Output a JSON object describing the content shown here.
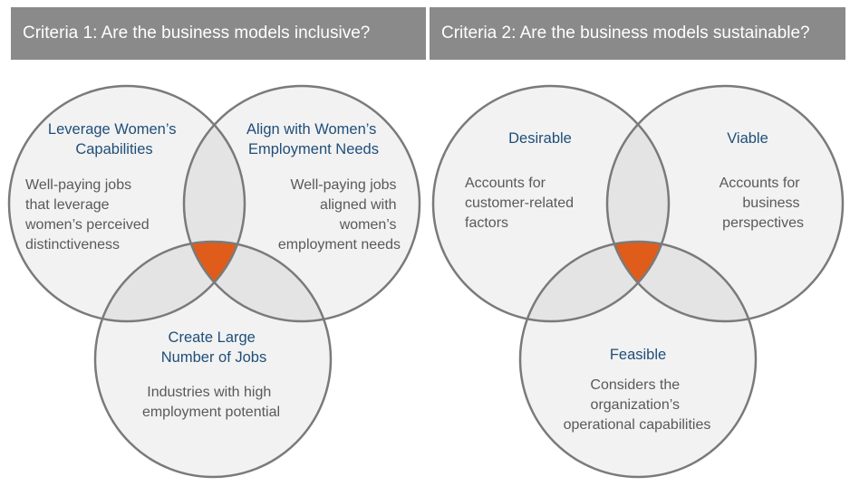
{
  "criteria": [
    {
      "header": "Criteria 1: Are the business models inclusive?",
      "circles": [
        {
          "title": [
            "Leverage Women’s",
            "Capabilities"
          ],
          "desc": [
            "Well-paying jobs",
            "that leverage",
            "women’s perceived",
            "distinctiveness"
          ]
        },
        {
          "title": [
            "Align with Women’s",
            "Employment Needs"
          ],
          "desc": [
            "Well-paying jobs",
            "aligned with",
            "women’s",
            "employment needs"
          ]
        },
        {
          "title": [
            "Create Large",
            "Number of Jobs"
          ],
          "desc": [
            "Industries with high",
            "employment potential"
          ]
        }
      ]
    },
    {
      "header": "Criteria 2: Are the business models sustainable?",
      "circles": [
        {
          "title": [
            "Desirable"
          ],
          "desc": [
            "Accounts for",
            "customer-related",
            "factors"
          ]
        },
        {
          "title": [
            "Viable"
          ],
          "desc": [
            "Accounts for",
            "business",
            "perspectives"
          ]
        },
        {
          "title": [
            "Feasible"
          ],
          "desc": [
            "Considers the",
            "organization’s",
            "operational capabilities"
          ]
        }
      ]
    }
  ],
  "colors": {
    "header_bg": "#8a8a8a",
    "header_text": "#ffffff",
    "circle_fill": "#f2f2f2",
    "overlap_fill": "#e4e4e4",
    "circle_stroke": "#7a7a7a",
    "center_accent": "#e05c1a",
    "title_text": "#1f4e79",
    "desc_text": "#595959"
  }
}
